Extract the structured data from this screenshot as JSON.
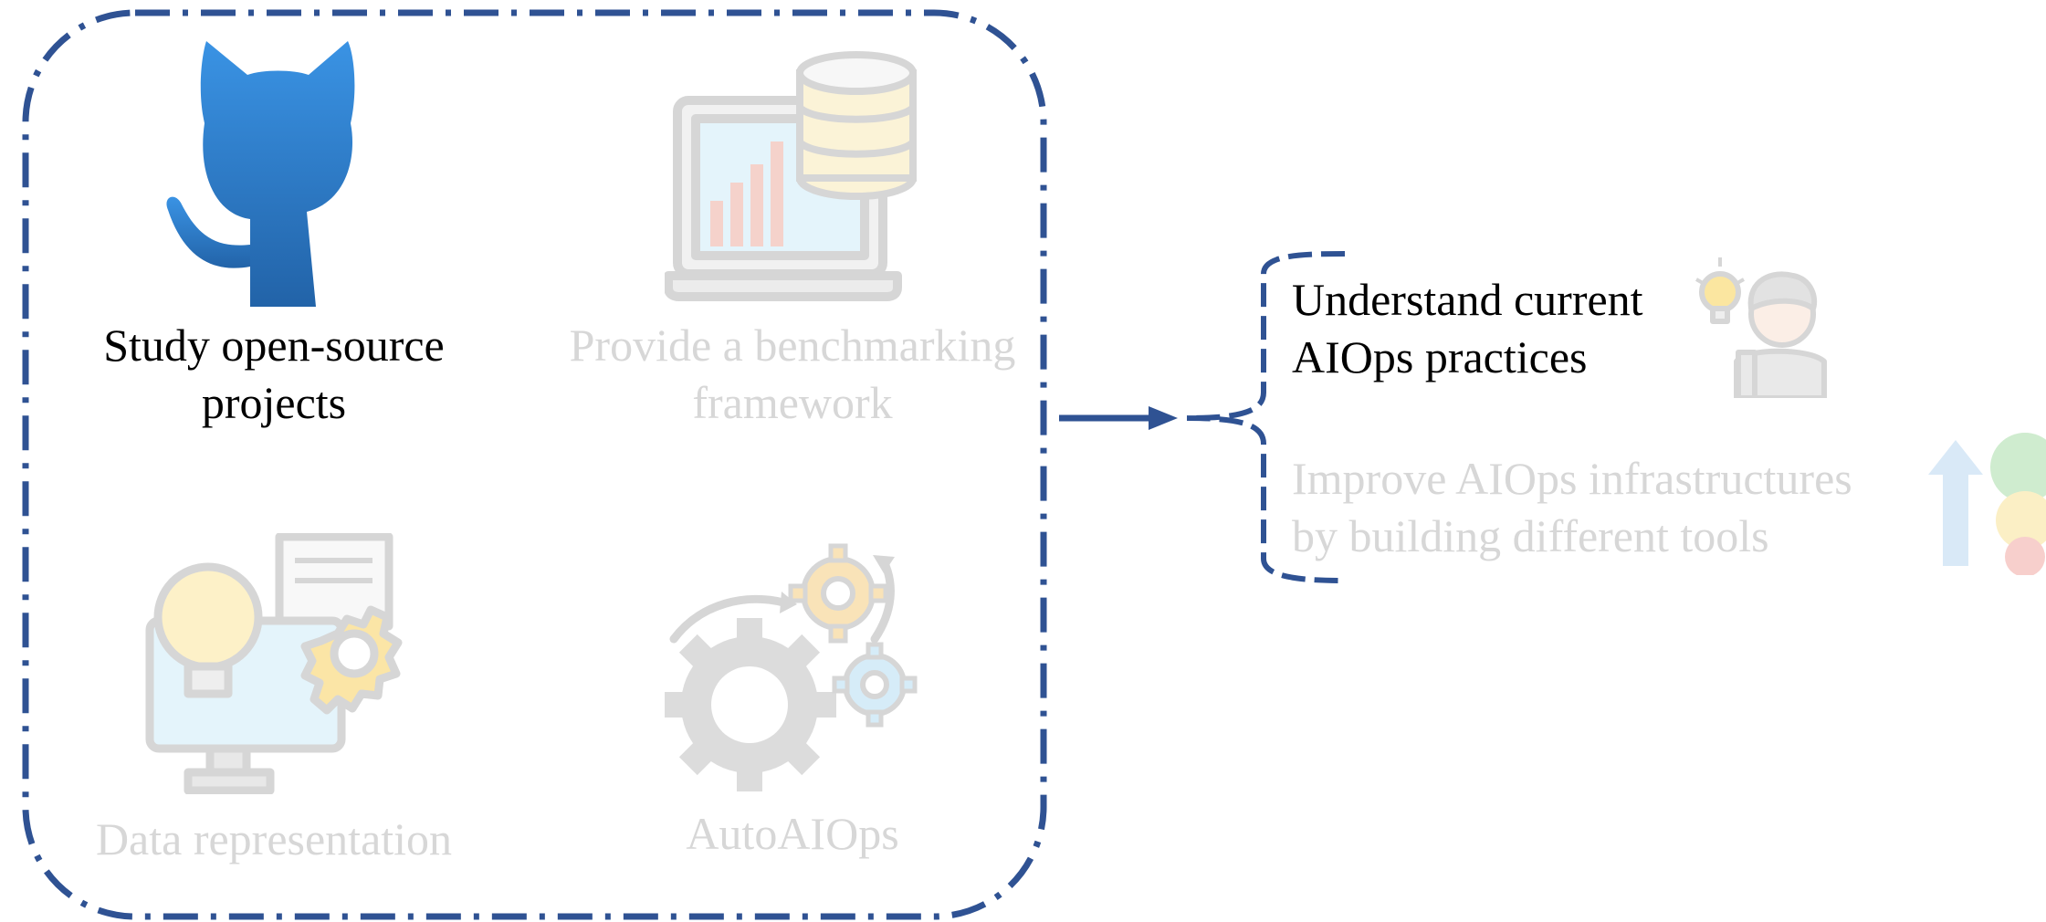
{
  "items": {
    "study": {
      "line1": "Study open-source",
      "line2": "projects",
      "icon": "github-octocat-icon",
      "state": "active"
    },
    "benchmark": {
      "line1": "Provide a benchmarking",
      "line2": "framework",
      "icon": "laptop-database-icon",
      "state": "faded"
    },
    "data_repr": {
      "line1": "Data representation",
      "icon": "lightbulb-monitor-gear-icon",
      "state": "faded"
    },
    "autoaiops": {
      "line1": "AutoAIOps",
      "icon": "gears-icon",
      "state": "faded"
    }
  },
  "outcomes": {
    "understand": {
      "line1": "Understand current",
      "line2": "AIOps practices",
      "icon": "thinking-person-icon",
      "state": "active"
    },
    "improve": {
      "line1": "Improve AIOps infrastructures",
      "line2": "by building different tools",
      "icon": "satisfaction-meter-icon",
      "state": "faded"
    }
  },
  "colors": {
    "frame": "#2f5293",
    "text_active": "#000000",
    "text_faded": "#d7d7d7",
    "github_top": "#3a93e4",
    "github_bottom": "#2263a8"
  }
}
